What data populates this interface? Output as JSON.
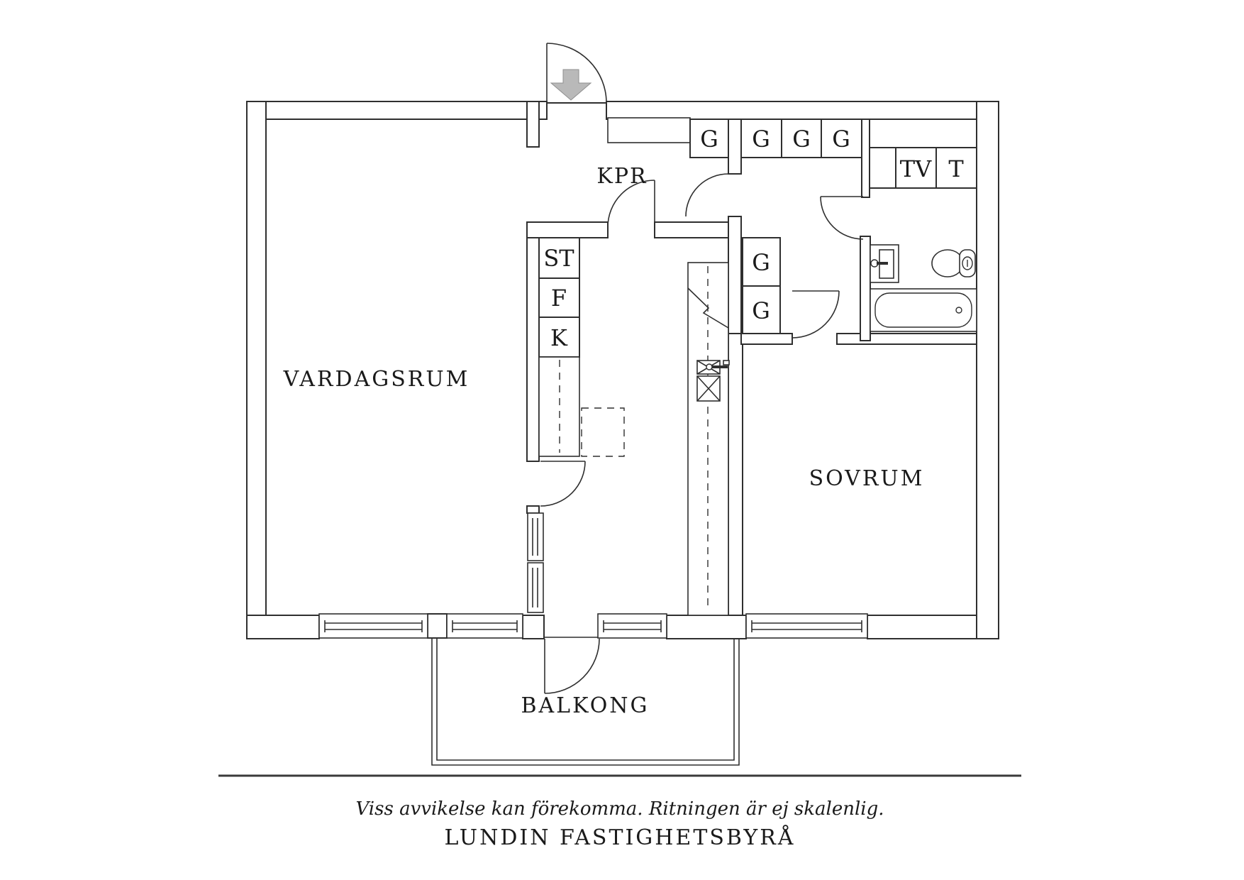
{
  "rooms": {
    "living_room": "VARDAGSRUM",
    "bedroom": "SOVRUM",
    "balcony": "BALKONG",
    "hall": "KPR"
  },
  "labels": {
    "wardrobe": "G",
    "st": "ST",
    "f": "F",
    "k": "K",
    "tv": "TV",
    "t": "T"
  },
  "footer": {
    "disclaimer": "Viss avvikelse kan förekomma. Ritningen är ej skalenlig.",
    "brand": "LUNDIN FASTIGHETSBYRÅ"
  },
  "colors": {
    "line": "#2f2f2f",
    "text": "#1a1a1a",
    "entry_arrow": "#b9b9b9"
  }
}
